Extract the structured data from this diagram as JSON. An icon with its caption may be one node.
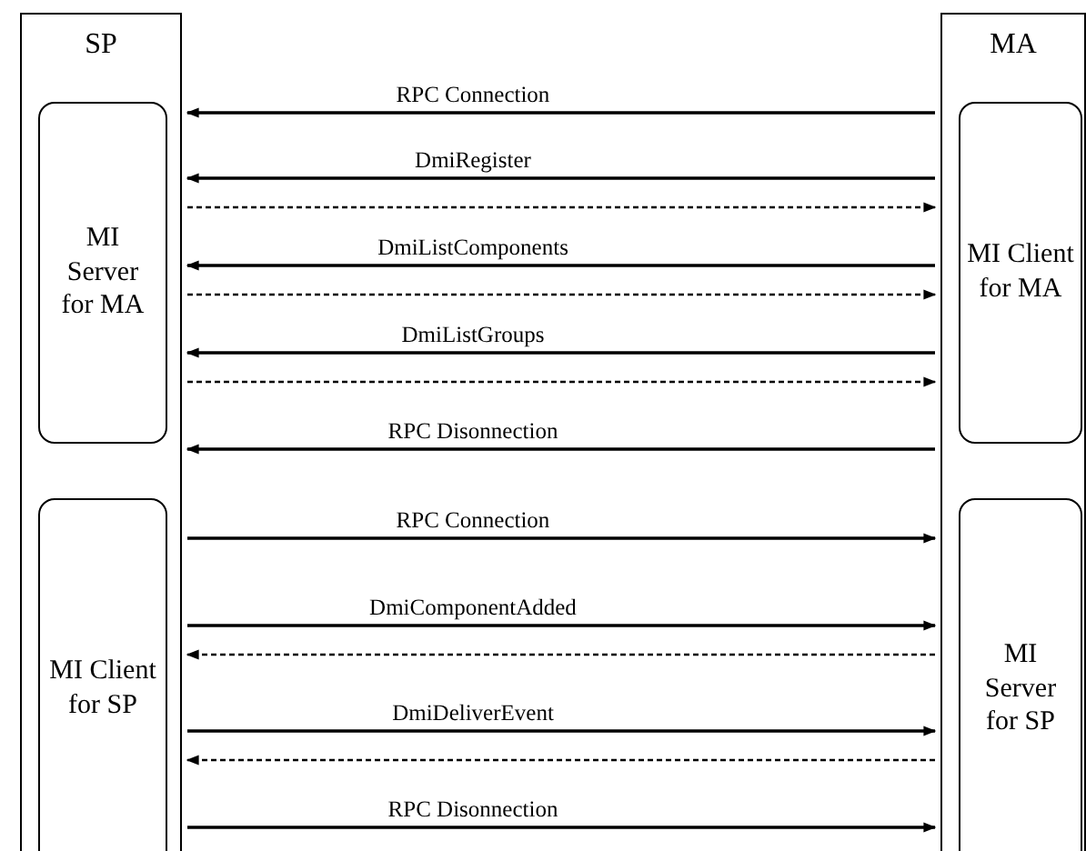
{
  "diagram": {
    "nodes": [
      {
        "text": [
          "SP"
        ]
      },
      {
        "text": [
          "MI Server for MA"
        ],
        "in": 0
      },
      {
        "text": [
          "MI Client for SP"
        ],
        "in": 0
      },
      {
        "text": [
          "MA"
        ]
      },
      {
        "text": [
          "MI Client for MA"
        ],
        "in": 3
      },
      {
        "text": [
          "MI Server for SP"
        ],
        "in": 3
      }
    ],
    "edges": [
      {
        "from": 3,
        "to": 0,
        "arrow": "to",
        "label": "RPC Connection"
      },
      {
        "from": 3,
        "to": 0,
        "arrow": "to",
        "label": "DmiRegister"
      },
      {
        "from": 0,
        "to": 3,
        "arrow": "to",
        "style": "dashed"
      },
      {
        "from": 3,
        "to": 0,
        "arrow": "to",
        "label": "DmiListComponents"
      },
      {
        "from": 0,
        "to": 3,
        "arrow": "to",
        "style": "dashed"
      },
      {
        "from": 3,
        "to": 0,
        "arrow": "to",
        "label": "DmiListGroups"
      },
      {
        "from": 0,
        "to": 3,
        "arrow": "to",
        "style": "dashed"
      },
      {
        "from": 3,
        "to": 0,
        "arrow": "to",
        "label": "RPC Disonnection"
      },
      {
        "from": 0,
        "to": 3,
        "arrow": "to",
        "label": "RPC Connection"
      },
      {
        "from": 0,
        "to": 3,
        "arrow": "to",
        "label": "DmiComponentAdded"
      },
      {
        "from": 3,
        "to": 0,
        "arrow": "to",
        "style": "dashed"
      },
      {
        "from": 0,
        "to": 3,
        "arrow": "to",
        "label": "DmiDeliverEvent"
      },
      {
        "from": 3,
        "to": 0,
        "arrow": "to",
        "style": "dashed"
      },
      {
        "from": 0,
        "to": 3,
        "arrow": "to",
        "label": "RPC Disonnection"
      }
    ]
  }
}
